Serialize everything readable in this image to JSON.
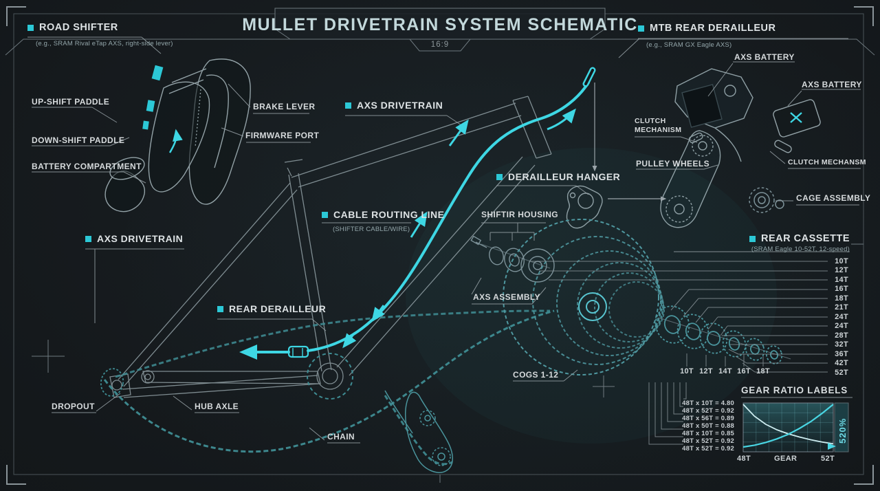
{
  "title": "MULLET DRIVETRAIN SYSTEM SCHEMATIC",
  "aspect_badge": "16:9",
  "colors": {
    "background": "#14181b",
    "accent_cyan": "#3ed7e4",
    "bullet_teal": "#2cc8d6",
    "drawing_teal": "#47919a",
    "drawing_gray": "#8b999e",
    "label_text": "#d6dadc"
  },
  "road_shifter": {
    "header": "ROAD SHIFTER",
    "subtitle": "(e.g., SRAM Rival eTap AXS, right-side lever)",
    "up_shift": "UP-SHIFT PADDLE",
    "down_shift": "DOWN-SHIFT PADDLE",
    "battery": "BATTERY COMPARTMENT",
    "brake": "BRAKE LEVER",
    "firmware": "FIRMWARE PORT"
  },
  "drivetrain": {
    "axs_top": "AXS DRIVETRAIN",
    "axs_left": "AXS DRIVETRAIN",
    "cable_routing": "CABLE ROUTING LINE",
    "cable_routing_sub": "(SHIFTER CABLE/WIRE)",
    "rear_derailleur": "REAR DERAILLEUR",
    "dropout": "DROPOUT",
    "hub_axle": "HUB AXLE",
    "chain": "CHAIN"
  },
  "mtb": {
    "header": "MTB REAR DERAILLEUR",
    "subtitle": "(e.g., SRAM GX Eagle AXS)",
    "battery1": "AXS BATTERY",
    "battery2": "AXS BATTERY",
    "clutch_line1": "CLUTCH",
    "clutch_line2": "MECHANISM",
    "pulleys": "PULLEY WHEELS",
    "clutch_right": "CLUTCH MECHANSM",
    "cage": "CAGE ASSEMBLY"
  },
  "hub_area": {
    "hanger": "DERAILLEUR HANGER",
    "housing": "SHIFTIR HOUSING",
    "axs_assembly": "AXS ASSEMBLY",
    "cogs_range": "COGS 1-12"
  },
  "cassette": {
    "header": "REAR CASSETTE",
    "subtitle": "(SRAM Eagle 10-52T, 12-speed)",
    "cogs": [
      "10T",
      "12T",
      "14T",
      "16T",
      "18T",
      "21T",
      "24T",
      "24T",
      "28T",
      "32T",
      "36T",
      "42T",
      "52T"
    ],
    "exploded": [
      "10T",
      "12T",
      "14T",
      "16T",
      "18T"
    ]
  },
  "gear_ratios": {
    "header": "GEAR RATIO LABELS",
    "rows": [
      "48T x 10T = 4.80",
      "48T x 52T = 0.92",
      "48T x 56T = 0.89",
      "48T x 50T = 0.88",
      "48T x 10T = 0.85",
      "48T x 52T = 0.92",
      "48T x 52T = 0.92"
    ]
  },
  "chart_data": {
    "type": "line",
    "title": "GEAR RATIO LABELS",
    "x_ticks": [
      "48T",
      "GEAR",
      "52T"
    ],
    "right_label": "520%",
    "grid": true,
    "note": "decorative crossing curves; y values normalized 0-1 of plot height",
    "x": [
      0,
      0.125,
      0.25,
      0.375,
      0.5,
      0.625,
      0.75,
      0.875,
      1
    ],
    "series": [
      {
        "name": "gear-ratio-descending",
        "values": [
          1,
          0.74,
          0.56,
          0.44,
          0.35,
          0.28,
          0.22,
          0.17,
          0.13
        ]
      },
      {
        "name": "range-ascending",
        "values": [
          0.06,
          0.1,
          0.16,
          0.24,
          0.34,
          0.47,
          0.62,
          0.8,
          1
        ]
      }
    ]
  }
}
